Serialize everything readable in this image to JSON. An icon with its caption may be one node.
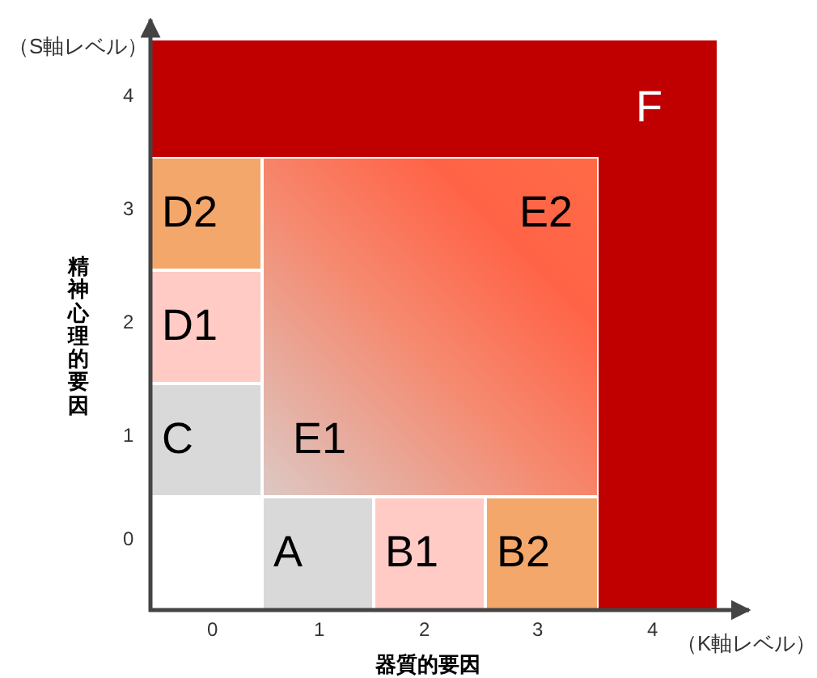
{
  "diagram": {
    "nodes": [
      {
        "text": [
          "F"
        ]
      },
      {
        "text": [
          "E2",
          "E1"
        ],
        "in": 0
      },
      {
        "text": [
          "D2"
        ],
        "in": 0
      },
      {
        "text": [
          "D1"
        ],
        "in": 0
      },
      {
        "text": [
          "C"
        ],
        "in": 0
      },
      {
        "text": [
          "A"
        ],
        "in": 0
      },
      {
        "text": [
          "B1"
        ],
        "in": 0
      },
      {
        "text": [
          "B2"
        ],
        "in": 0
      }
    ],
    "labels": [
      "（S軸レベル）",
      "4",
      "3",
      "2",
      "1",
      "0",
      "精神心理的要因",
      "0",
      "1",
      "2",
      "3",
      "4",
      "（K軸レベル）",
      "器質的要因"
    ]
  }
}
